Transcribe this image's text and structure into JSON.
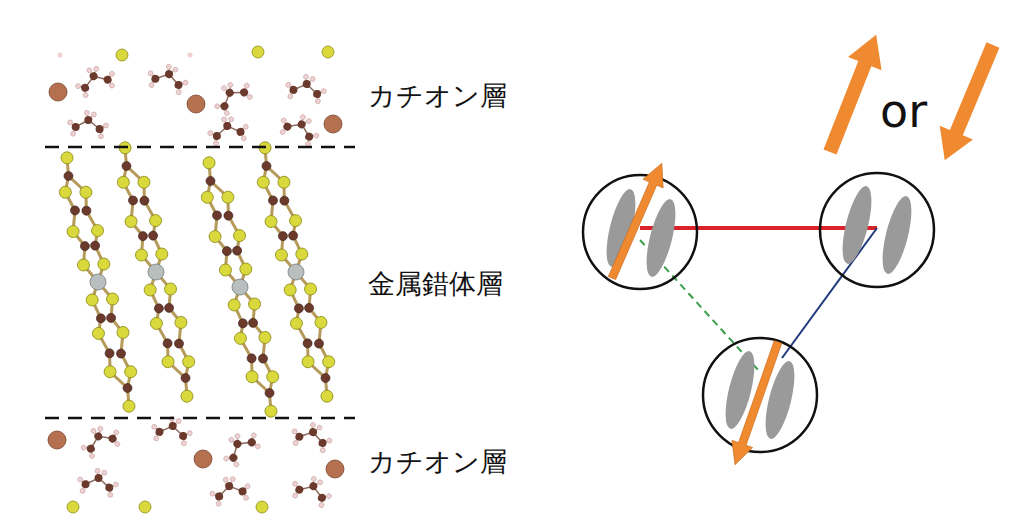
{
  "diagram": {
    "labels": [
      "カチオン層",
      "金属錯体層",
      "カチオン層",
      "or"
    ]
  }
}
